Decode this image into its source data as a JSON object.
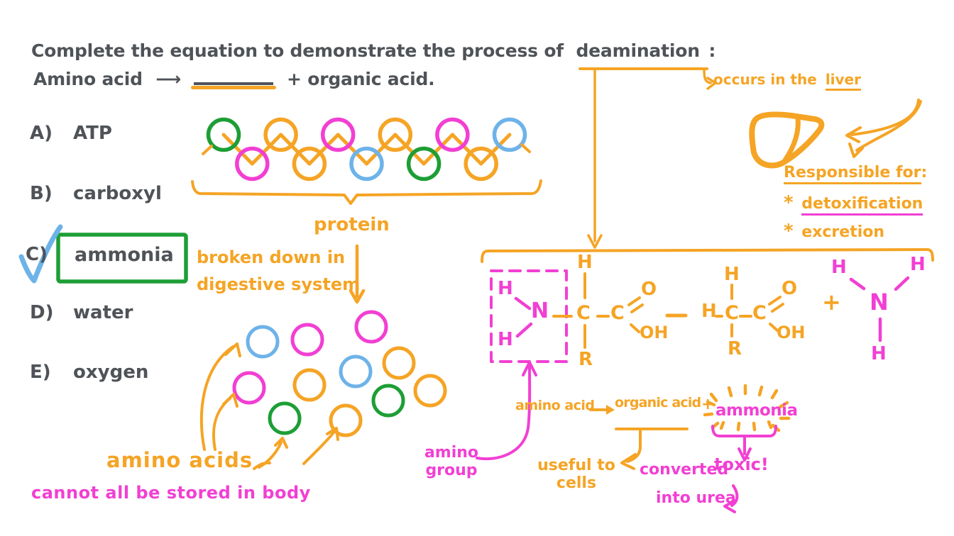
{
  "palette": {
    "orange": "#F5A425",
    "magenta": "#F23FD3",
    "green": "#1D9E35",
    "blue": "#6DB3E9",
    "ink": "#4F5358"
  },
  "title": {
    "prefix": "Complete the equation to demonstrate the process of",
    "keyword": "deamination",
    "colon": ":"
  },
  "prompt": {
    "lhs": "Amino acid",
    "arrow": "⟶",
    "rhs": "+  organic acid."
  },
  "options": [
    {
      "letter": "A)",
      "label": "ATP"
    },
    {
      "letter": "B)",
      "label": "carboxyl"
    },
    {
      "letter": "C)",
      "label": "ammonia",
      "correct": true
    },
    {
      "letter": "D)",
      "label": "water"
    },
    {
      "letter": "E)",
      "label": "oxygen"
    }
  ],
  "protein_diagram": {
    "label": "protein",
    "breakdown_note": [
      "broken down in",
      "digestive system"
    ],
    "chain_colors": [
      "green",
      "magenta",
      "orange",
      "orange",
      "magenta",
      "blue",
      "orange",
      "green",
      "magenta",
      "orange",
      "blue"
    ],
    "scattered_colors": [
      "blue",
      "magenta",
      "magenta",
      "blue",
      "orange",
      "magenta",
      "orange",
      "green",
      "orange",
      "green",
      "orange"
    ],
    "amino_acids_label": "amino acids",
    "storage_note": "cannot all be stored in body"
  },
  "liver_notes": {
    "occurs_prefix": "occurs in the",
    "occurs_keyword": "liver",
    "responsible_label": "Responsible for",
    "colon": ":",
    "bullet": "*",
    "functions": [
      "detoxification",
      "excretion"
    ]
  },
  "chemistry": {
    "h": "H",
    "n": "N",
    "c": "C",
    "r": "R",
    "o": "O",
    "oh": "OH",
    "plus": "+",
    "amino_group_label": [
      "amino",
      "group"
    ]
  },
  "summary": {
    "amino_acid": "amino acid",
    "organic_acid": "organic acid",
    "plus": "+",
    "ammonia": "ammonia",
    "useful": [
      "useful to",
      "cells"
    ],
    "converted": [
      "converted",
      "into urea"
    ],
    "toxic": "toxic!"
  }
}
